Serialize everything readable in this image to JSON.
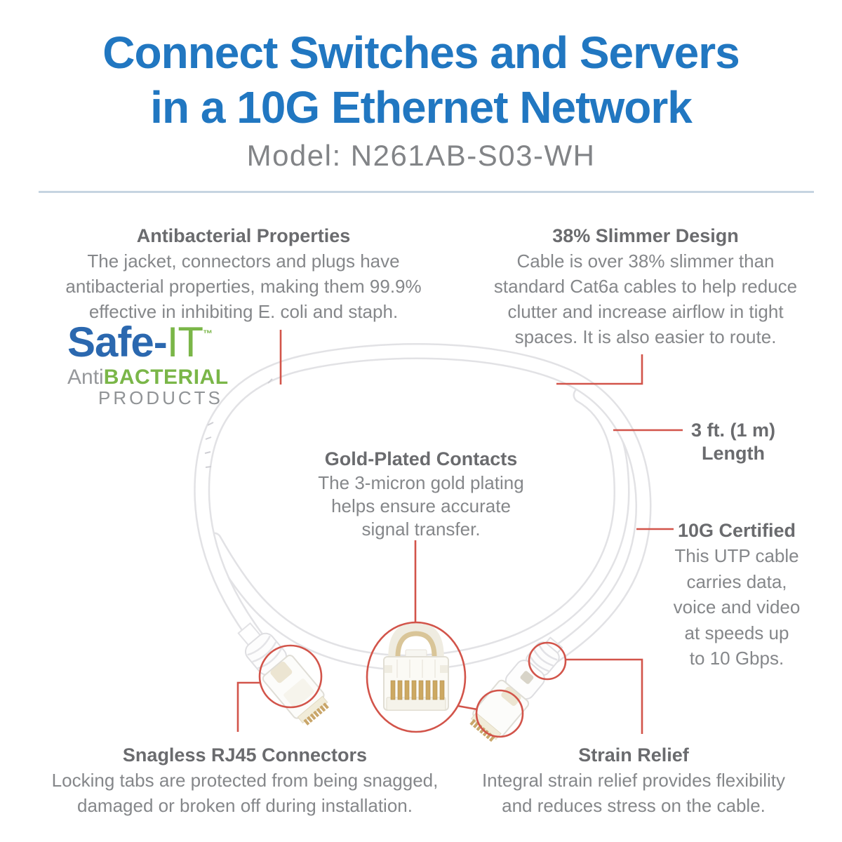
{
  "header": {
    "title_line1": "Connect Switches and Servers",
    "title_line2": "in a 10G Ethernet Network",
    "model": "Model: N261AB-S03-WH"
  },
  "logo": {
    "brand": "Safe",
    "dash": "-",
    "it": "IT",
    "trademark": "™",
    "anti": "Anti",
    "bacterial": "BACTERIAL",
    "products": "PRODUCTS"
  },
  "callouts": {
    "antibacterial": {
      "title": "Antibacterial Properties",
      "lines": [
        "The jacket, connectors and plugs have",
        "antibacterial properties, making them 99.9%",
        "effective in inhibiting E. coli and staph."
      ]
    },
    "slimmer": {
      "title": "38% Slimmer Design",
      "lines": [
        "Cable is over 38% slimmer than",
        "standard Cat6a cables to help reduce",
        "clutter and increase airflow in tight",
        "spaces. It is also easier to route."
      ]
    },
    "length": {
      "title_line1": "3 ft. (1 m)",
      "title_line2": "Length"
    },
    "gold": {
      "title": "Gold-Plated Contacts",
      "lines": [
        "The 3-micron gold plating",
        "helps ensure accurate",
        "signal transfer."
      ]
    },
    "certified": {
      "title": "10G Certified",
      "lines": [
        "This UTP cable",
        "carries data,",
        "voice and video",
        "at speeds up",
        "to 10 Gbps."
      ]
    },
    "snagless": {
      "title": "Snagless RJ45 Connectors",
      "lines": [
        "Locking tabs are protected from being snagged,",
        "damaged or broken off during installation."
      ]
    },
    "strain": {
      "title": "Strain Relief",
      "lines": [
        "Integral strain relief provides flexibility",
        "and reduces stress on the cable."
      ]
    }
  },
  "colors": {
    "title_blue": "#2177c1",
    "heading_gray": "#6a6b6e",
    "body_gray": "#85878a",
    "callout_red": "#d2544a",
    "logo_blue": "#2b68af",
    "logo_green": "#7ab648",
    "logo_gray": "#909396",
    "divider": "#c6d4e1",
    "cable_edge": "#e2e2e5",
    "gold_pins": "#cba765"
  }
}
